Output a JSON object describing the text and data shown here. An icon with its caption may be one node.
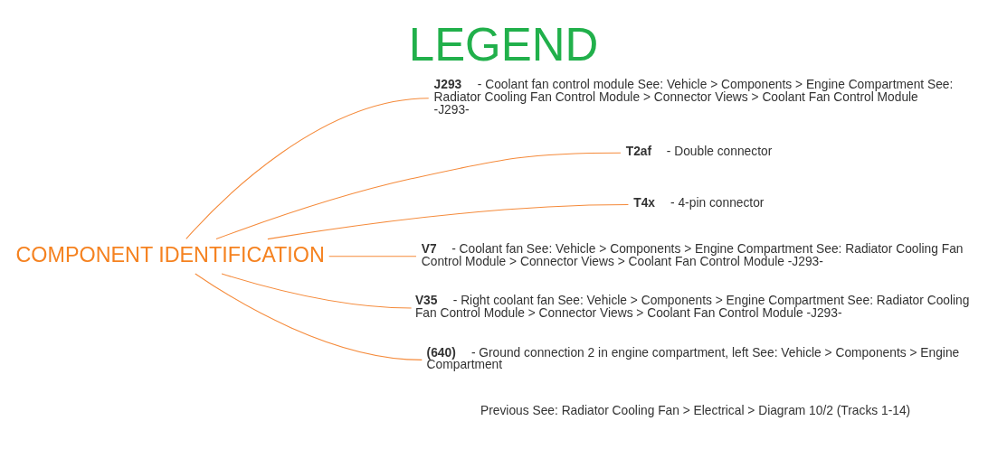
{
  "diagram": {
    "title": "LEGEND",
    "nodes": [
      {
        "text": [
          "COMPONENT IDENTIFICATION"
        ]
      },
      {
        "text": [
          "J293",
          "- Coolant fan control module See: Vehicle > Components > Engine Compartment See: Radiator Cooling Fan Control Module > Connector Views > Coolant Fan Control Module -J293-"
        ]
      },
      {
        "text": [
          "T2af",
          "- Double connector"
        ]
      },
      {
        "text": [
          "T4x",
          "- 4-pin connector"
        ]
      },
      {
        "text": [
          "V7",
          "- Coolant fan See: Vehicle > Components > Engine Compartment See: Radiator Cooling Fan Control Module > Connector Views > Coolant Fan Control Module -J293-"
        ]
      },
      {
        "text": [
          "V35",
          "- Right coolant fan See: Vehicle > Components > Engine Compartment See: Radiator Cooling Fan Control Module > Connector Views > Coolant Fan Control Module -J293-"
        ]
      },
      {
        "text": [
          "(640)",
          "- Ground connection 2 in engine compartment, left See: Vehicle > Components > Engine Compartment"
        ]
      }
    ],
    "edges": [
      {
        "from": 0,
        "to": 1,
        "arrow": "none"
      },
      {
        "from": 0,
        "to": 2,
        "arrow": "none"
      },
      {
        "from": 0,
        "to": 3,
        "arrow": "none"
      },
      {
        "from": 0,
        "to": 4,
        "arrow": "none"
      },
      {
        "from": 0,
        "to": 5,
        "arrow": "none"
      },
      {
        "from": 0,
        "to": 6,
        "arrow": "none"
      }
    ],
    "labels": [
      "Previous See: Radiator Cooling Fan > Electrical > Diagram 10/2 (Tracks 1-14)"
    ]
  }
}
